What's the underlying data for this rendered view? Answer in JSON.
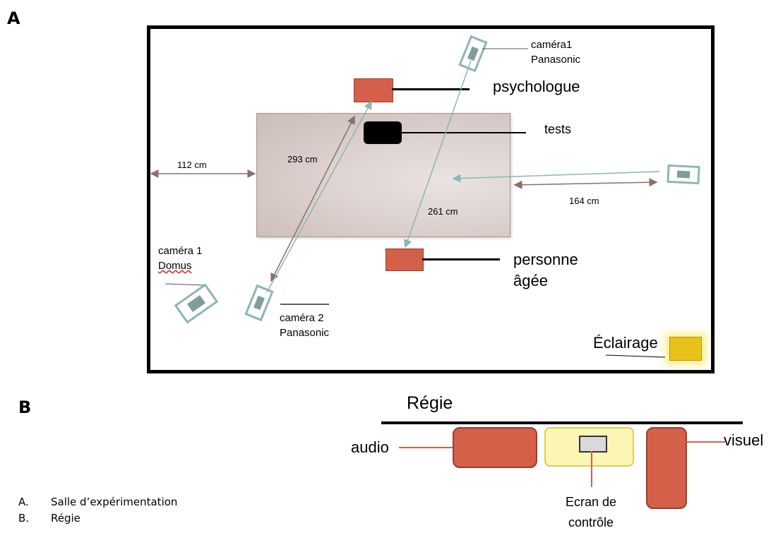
{
  "panels": {
    "a": "A",
    "b": "B"
  },
  "room": {
    "psychologue": "psychologue",
    "tests": "tests",
    "personne_line1": "personne",
    "personne_line2": "âgée",
    "eclairage": "Éclairage",
    "cam1_pana_line1": "caméra1",
    "cam1_pana_line2": "Panasonic",
    "cam1_domus_line1": "caméra 1",
    "cam1_domus_line2": "Domus",
    "cam2_pana_line1": "caméra 2",
    "cam2_pana_line2": "Panasonic"
  },
  "dimensions": {
    "left": "112 cm",
    "diag_293": "293 cm",
    "diag_261": "261 cm",
    "right": "164 cm"
  },
  "regie": {
    "title": "Régie",
    "audio": "audio",
    "visuel": "visuel",
    "ecran_line1": "Ecran de",
    "ecran_line2": "contrôle"
  },
  "legend": [
    {
      "letter": "A.",
      "text": "Salle d’expérimentation"
    },
    {
      "letter": "B.",
      "text": "Régie"
    }
  ],
  "colors": {
    "red": "#d4604a",
    "camera": "#8fb5b5",
    "table": "#ddd2cf",
    "lamp": "#e6c21a",
    "arrow_brown": "#8a7068",
    "arrow_teal": "#8fb5b5"
  }
}
